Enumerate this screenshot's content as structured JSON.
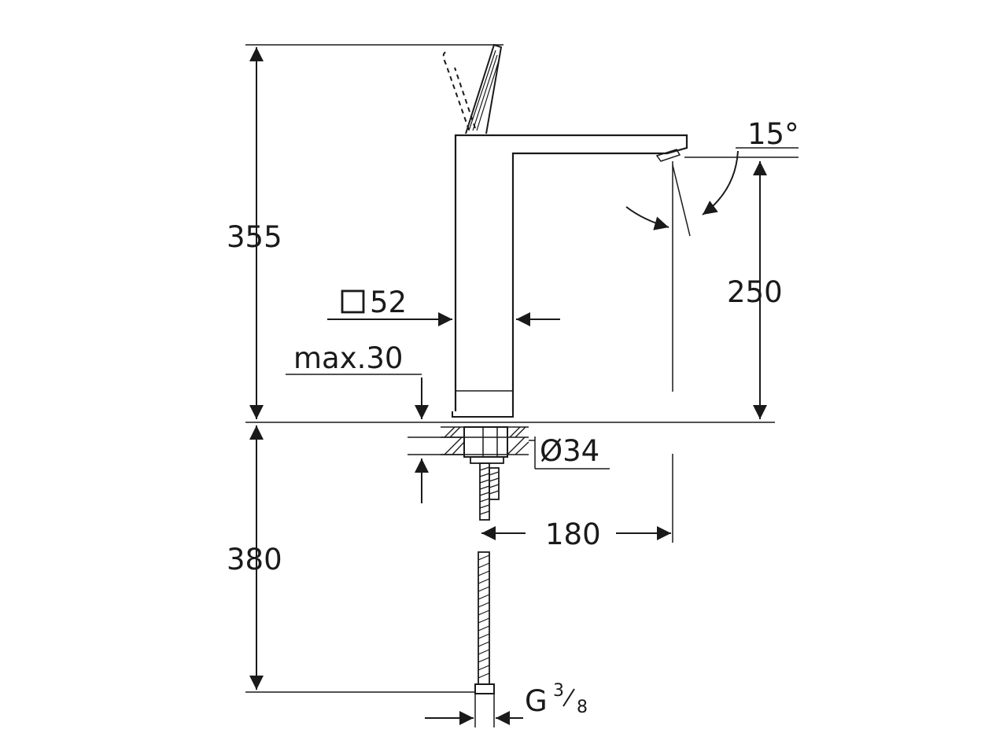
{
  "dimensions": {
    "total_height_above_deck": "355",
    "spout_height": "250",
    "body_width": "52",
    "max_deck_thickness": "max.30",
    "hole_diameter": "Ø34",
    "spout_reach": "180",
    "hose_length": "380",
    "swivel_angle": "15°",
    "connection_thread_letter": "G",
    "connection_thread_numerator": "3",
    "connection_thread_denominator": "8"
  },
  "colors": {
    "line": "#1a1a1a"
  }
}
